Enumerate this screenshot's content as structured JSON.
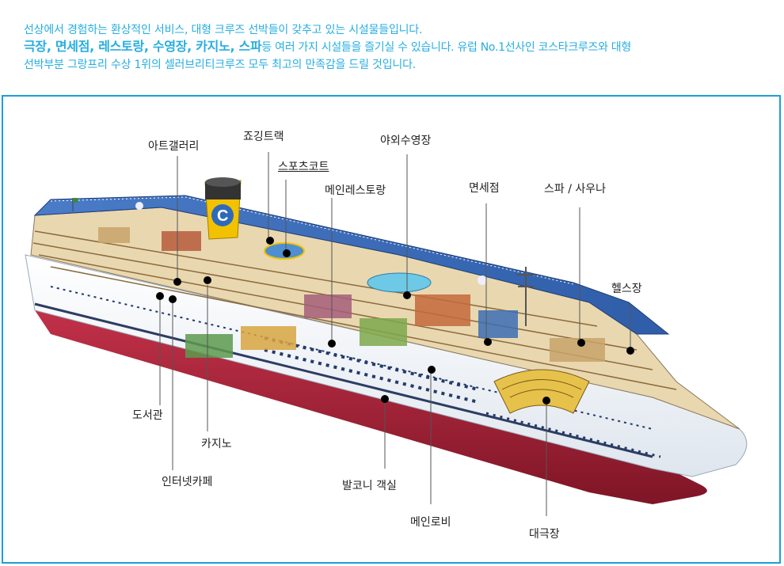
{
  "intro": {
    "line1": "선상에서 경험하는 환상적인 서비스, 대형 크루즈 선박들이 갖추고 있는 시설물들입니다.",
    "line2_bold": "극장, 면세점, 레스토랑, 수영장, 카지노, 스파",
    "line2_rest": "등 여러 가지 시설들을 즐기실 수 있습니다. 유럽 No.1선사인 코스타크루즈와 대형",
    "line3": "선박부분 그랑프리 수상 1위의 셀러브리티크루즈 모두 최고의 만족감을 드릴 것입니다."
  },
  "ship": {
    "funnel_logo": "C"
  },
  "labels": {
    "art_gallery": "아트갤러리",
    "jogging_track": "죠깅트랙",
    "sports_court": "스포츠코트",
    "main_restaurant": "메인레스토랑",
    "outdoor_pool": "야외수영장",
    "duty_free": "면세점",
    "spa_sauna": "스파 / 사우나",
    "health_club": "헬스장",
    "library": "도서관",
    "casino": "카지노",
    "internet_cafe": "인터넷카페",
    "balcony_cabin": "발코니 객실",
    "main_lobby": "메인로비",
    "theater": "대극장"
  },
  "colors": {
    "accent": "#27aee0",
    "frame": "#1d9ed6",
    "hull_red": "#a8243a",
    "funnel_yellow": "#f2c200",
    "deck_blue": "#3a6fc0"
  }
}
